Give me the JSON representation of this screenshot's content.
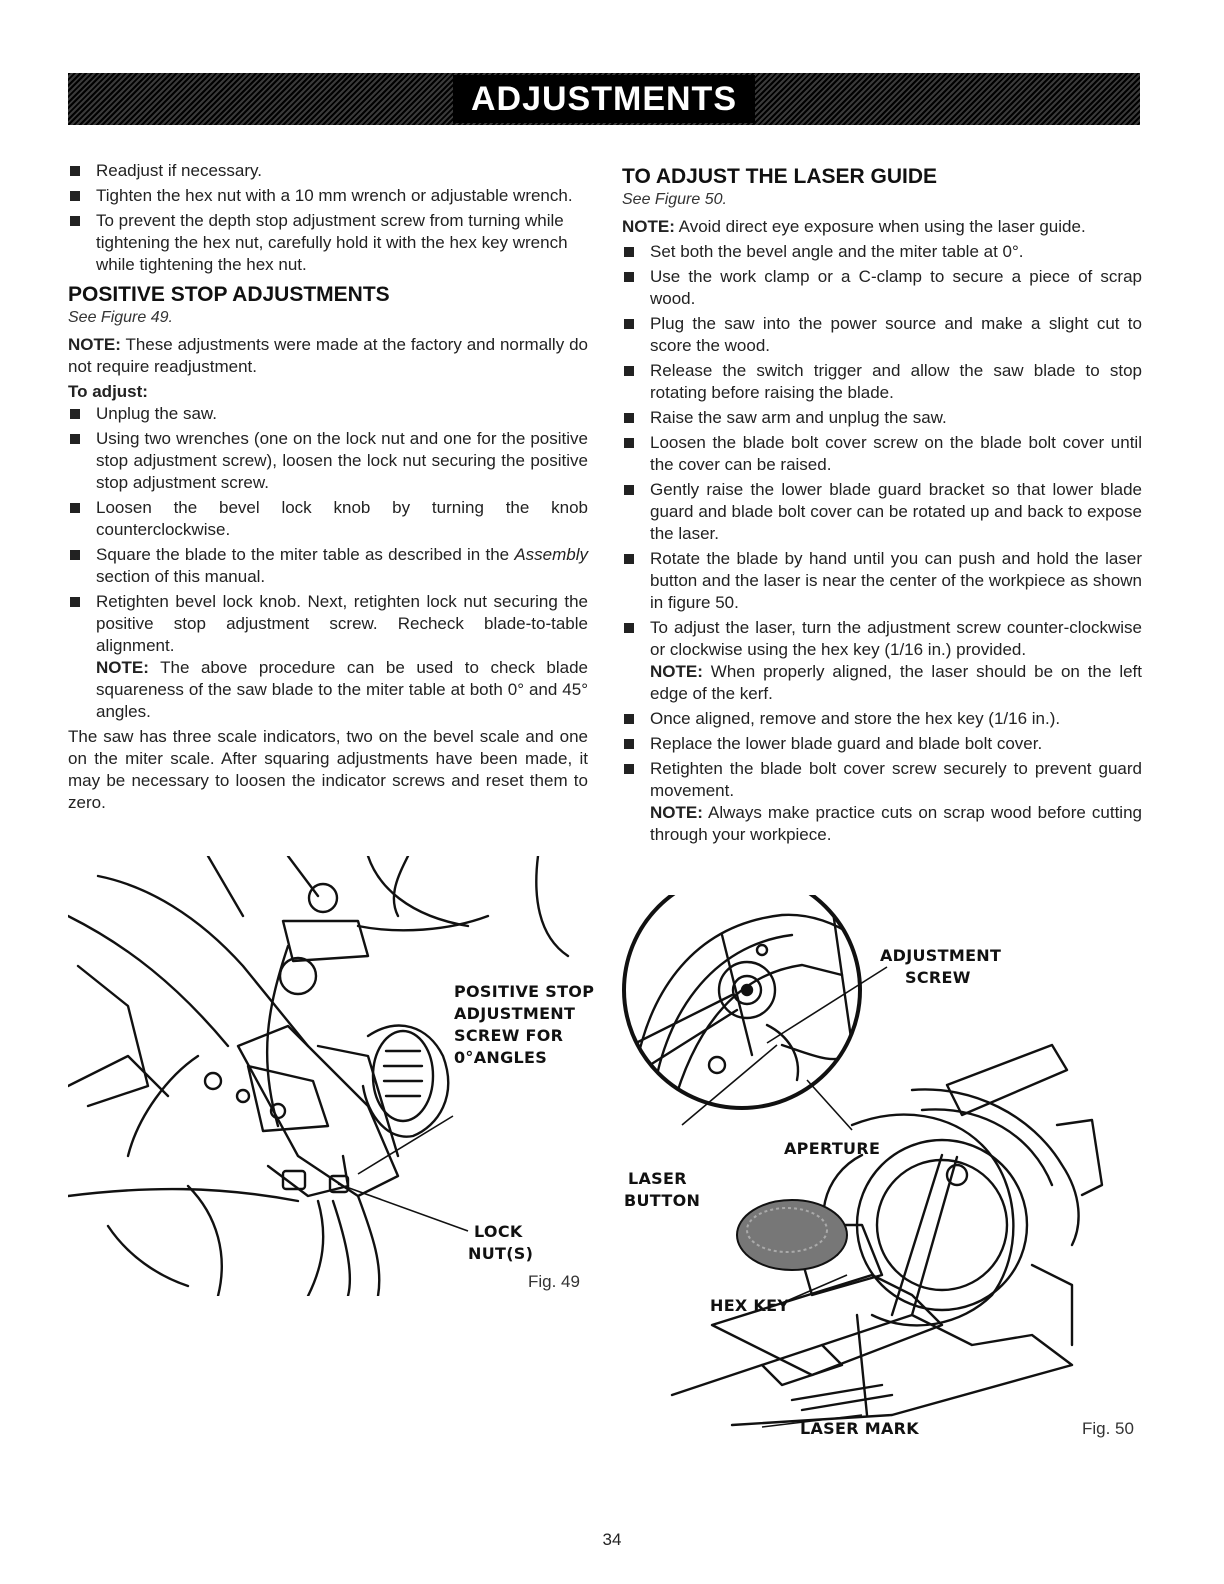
{
  "header": {
    "title": "ADJUSTMENTS"
  },
  "left": {
    "intro_bullets": [
      "Readjust if necessary.",
      "Tighten the hex nut with a 10 mm wrench or adjustable wrench.",
      "To prevent the depth stop adjustment screw from turning while tightening the hex nut, carefully hold it with the hex key wrench while tightening the hex nut."
    ],
    "section_title": "POSITIVE STOP ADJUSTMENTS",
    "see_figure": "See Figure 49.",
    "note_label": "NOTE:",
    "note_text": " These adjustments were made at the factory and normally do not require readjustment.",
    "to_adjust": "To adjust:",
    "bullets": [
      "Unplug the saw.",
      "Using two wrenches (one on the lock nut and one for the positive stop adjustment screw), loosen the lock nut securing the positive stop adjustment screw.",
      "Loosen the bevel lock knob by turning the knob counterclockwise."
    ],
    "square_pre": "Square the blade to the miter table as described in the ",
    "square_em": "Assembly",
    "square_post": " section of this manual.",
    "retighten": "Retighten bevel lock knob. Next, retighten lock nut securing the positive stop adjustment screw. Recheck blade-to-table alignment.",
    "inner_note_label": "NOTE:",
    "inner_note_text": " The above procedure can be used to check blade squareness of the saw blade to the miter table at both 0° and 45° angles.",
    "closing": "The saw has three scale indicators, two on the bevel scale and one on the miter scale. After squaring adjustments have been made, it may be necessary to loosen the indicator screws and reset them to zero."
  },
  "right": {
    "section_title": "TO ADJUST THE LASER GUIDE",
    "see_figure": "See Figure 50.",
    "note_label": "NOTE:",
    "note_text": " Avoid direct eye exposure when using the laser guide.",
    "bullets": [
      "Set both the bevel angle and the miter table at 0°.",
      "Use the work clamp or a C-clamp to secure a piece of scrap wood.",
      "Plug the saw into the power source and make a slight cut to score the wood.",
      "Release the switch trigger and allow the saw blade to stop rotating before raising the blade.",
      "Raise the saw arm and unplug the saw.",
      "Loosen the blade bolt cover screw on the blade bolt cover until the cover can be raised.",
      "Gently raise the lower blade guard bracket so that lower blade guard and blade bolt cover can be rotated up and back to expose the laser.",
      "Rotate the blade by hand until you can push and hold the laser button and the laser is near the center of the workpiece as shown in figure 50."
    ],
    "adjust_laser": "To adjust the laser, turn the adjustment screw counter-clockwise or clockwise using the hex key (1/16 in.) provided.",
    "adjust_note_label": "NOTE:",
    "adjust_note_text": " When properly aligned, the laser should be on the left edge of the kerf.",
    "bullets2": [
      "Once aligned, remove and store the hex key (1/16 in.).",
      "Replace the lower blade guard and blade bolt cover."
    ],
    "retighten": "Retighten the blade bolt cover screw securely to prevent guard movement.",
    "final_note_label": "NOTE:",
    "final_note_text": " Always make practice cuts on scrap wood before cutting through your workpiece."
  },
  "fig49": {
    "labels": [
      "POSITIVE STOP",
      "ADJUSTMENT",
      "SCREW FOR",
      "0°ANGLES"
    ],
    "lock_labels": [
      "LOCK",
      "NUT(S)"
    ],
    "number": "Fig. 49"
  },
  "fig50": {
    "adjustment_screw": [
      "ADJUSTMENT",
      "SCREW"
    ],
    "aperture": "APERTURE",
    "laser_button": [
      "LASER",
      "BUTTON"
    ],
    "hex_key": "HEX KEY",
    "laser_mark": "LASER MARK",
    "number": "Fig. 50"
  },
  "page_number": "34"
}
